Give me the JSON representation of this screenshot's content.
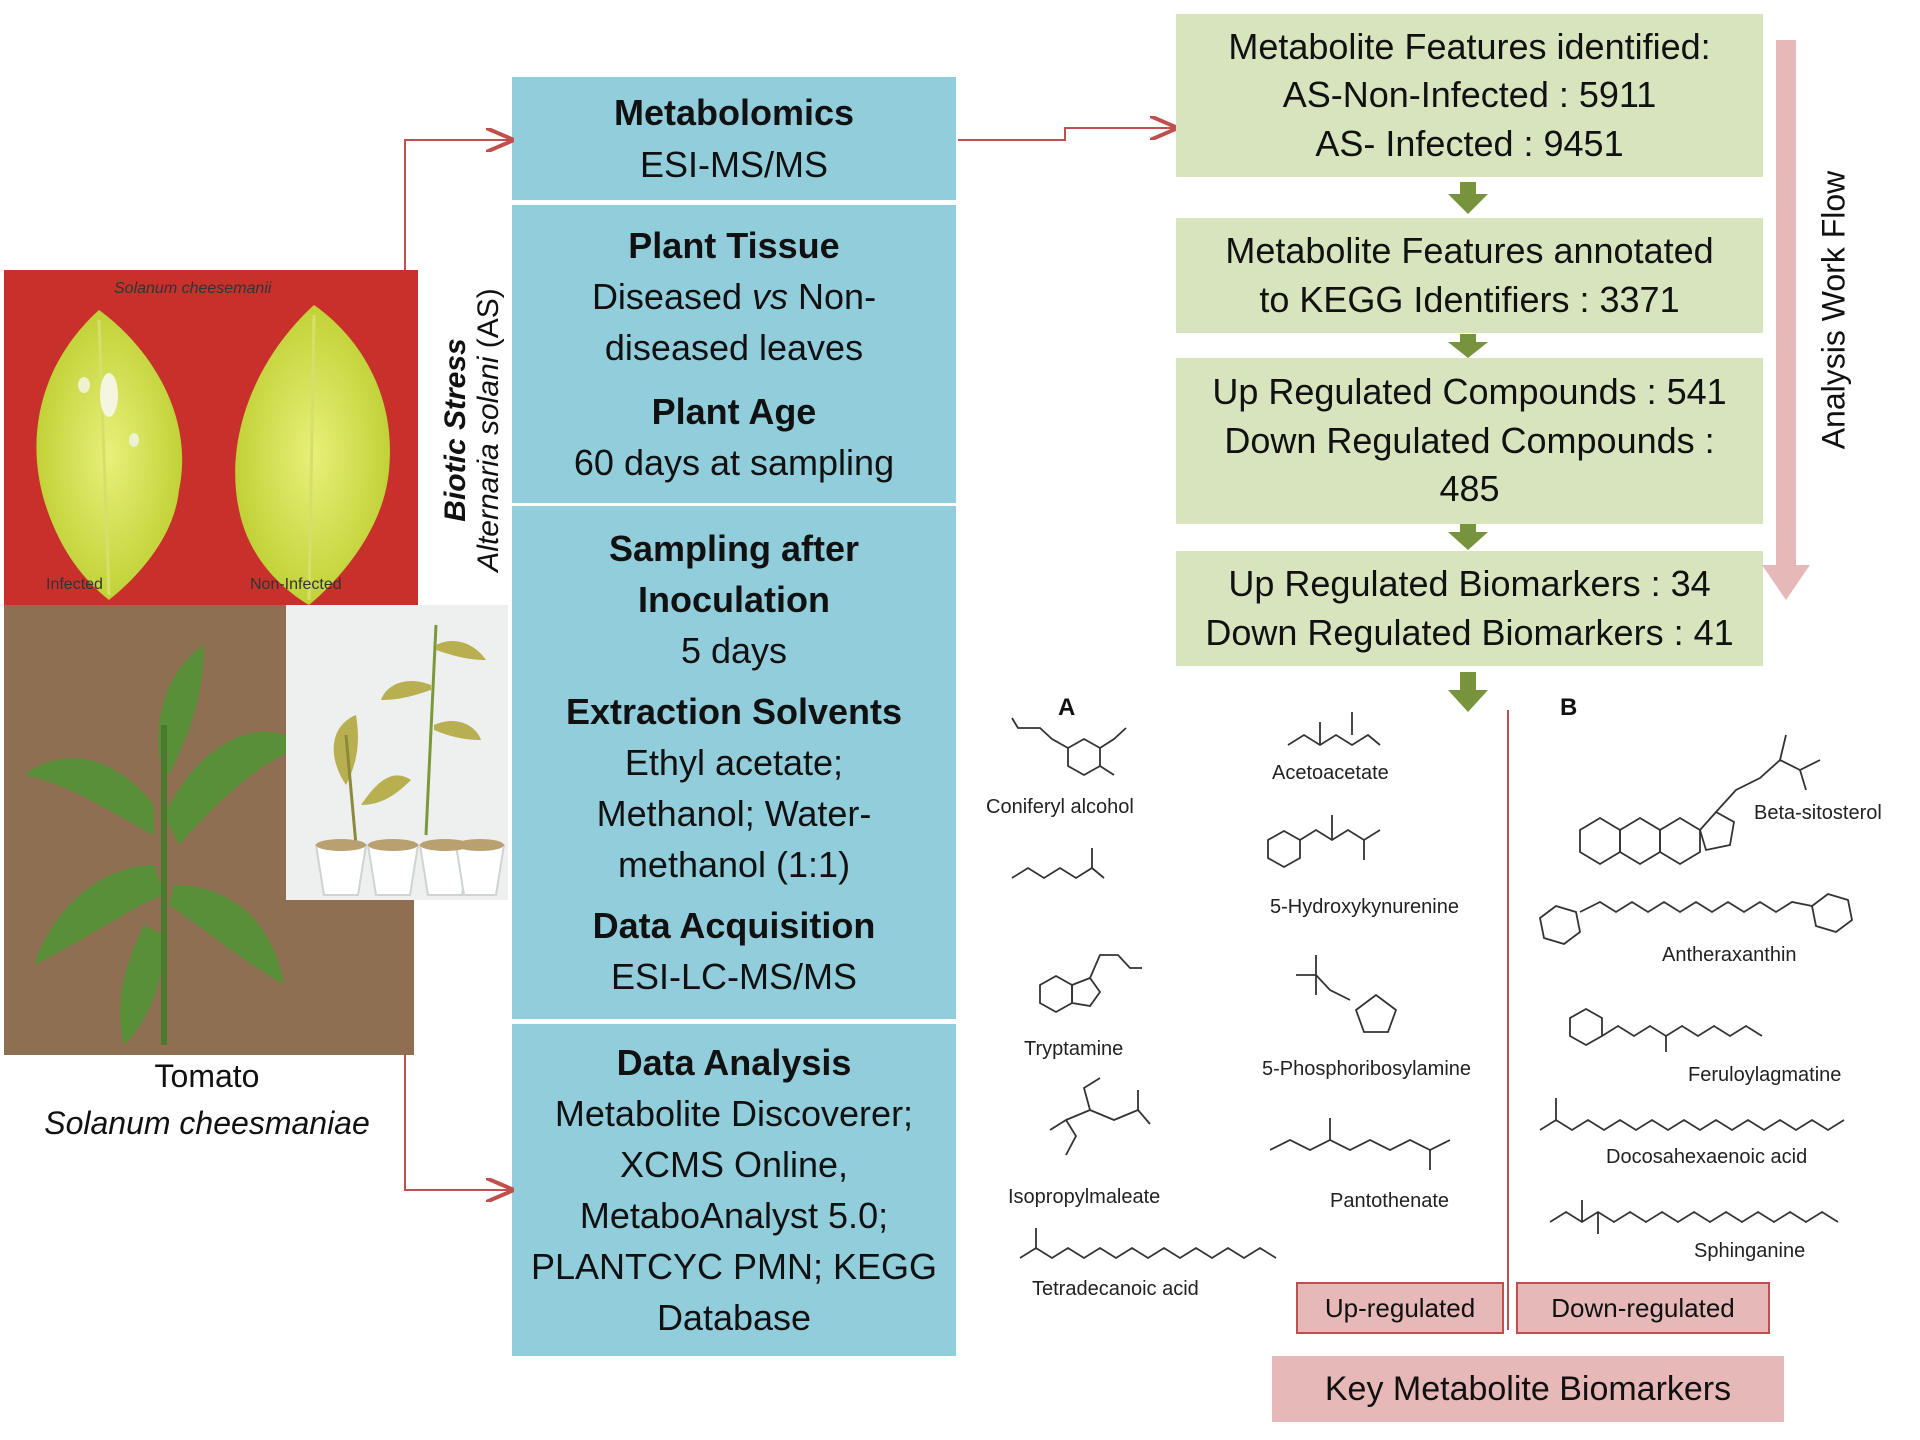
{
  "photo": {
    "leaf_title": "Solanum cheesemanii",
    "leaf_infected": "Infected",
    "leaf_noninfected": "Non-Infected",
    "caption_common": "Tomato",
    "caption_species": "Solanum cheesmaniae"
  },
  "stress_label": {
    "line1": "Biotic Stress",
    "line2_italic": "Alternaria solani",
    "line2_rest": " (AS)"
  },
  "panels": {
    "metabolomics": {
      "title": "Metabolomics",
      "text": "ESI-MS/MS"
    },
    "tissue": {
      "title": "Plant Tissue",
      "line1_a": "Diseased ",
      "line1_vs": "vs",
      "line1_b": " Non-",
      "line2": "diseased leaves",
      "age_title": "Plant Age",
      "age_text": "60 days at sampling"
    },
    "sampling": {
      "title1": "Sampling after",
      "title2": "Inoculation",
      "text": "5 days",
      "solv_title": "Extraction Solvents",
      "solv_l1": "Ethyl acetate;",
      "solv_l2": "Methanol; Water-",
      "solv_l3": "methanol (1:1)",
      "acq_title": "Data Acquisition",
      "acq_text": "ESI-LC-MS/MS"
    },
    "analysis": {
      "title": "Data Analysis",
      "l1": "Metabolite Discoverer;",
      "l2": "XCMS Online,",
      "l3": "MetaboAnalyst 5.0;",
      "l4": "PLANTCYC PMN; KEGG",
      "l5": "Database"
    }
  },
  "workflow": {
    "box1": {
      "l1": "Metabolite Features identified:",
      "l2": "AS-Non-Infected : 5911",
      "l3": "AS- Infected : 9451"
    },
    "box2": {
      "l1": "Metabolite Features annotated",
      "l2": "to KEGG Identifiers : 3371"
    },
    "box3": {
      "l1": "Up Regulated Compounds : 541",
      "l2": "Down Regulated Compounds :",
      "l3": "485"
    },
    "box4": {
      "l1": "Up Regulated Biomarkers : 34",
      "l2": "Down Regulated Biomarkers : 41"
    },
    "side_label": "Analysis Work Flow"
  },
  "biomarkers": {
    "label_a": "A",
    "label_b": "B",
    "up": [
      "Coniferyl alcohol",
      "Tryptamine",
      "Isopropylmaleate",
      "Tetradecanoic acid",
      "Acetoacetate",
      "5-Hydroxykynurenine",
      "5-Phosphoribosylamine",
      "Pantothenate"
    ],
    "down": [
      "Beta-sitosterol",
      "Antheraxanthin",
      "Feruloylagmatine",
      "Docosahexaenoic acid",
      "Sphinganine"
    ],
    "up_label": "Up-regulated",
    "down_label": "Down-regulated",
    "key_label": "Key Metabolite Biomarkers"
  },
  "colors": {
    "panel_blue": "#92cddc",
    "workflow_green": "#d7e4bd",
    "arrow_green": "#77933c",
    "pink": "#e6b9b8",
    "arrow_red": "#c0504d"
  }
}
